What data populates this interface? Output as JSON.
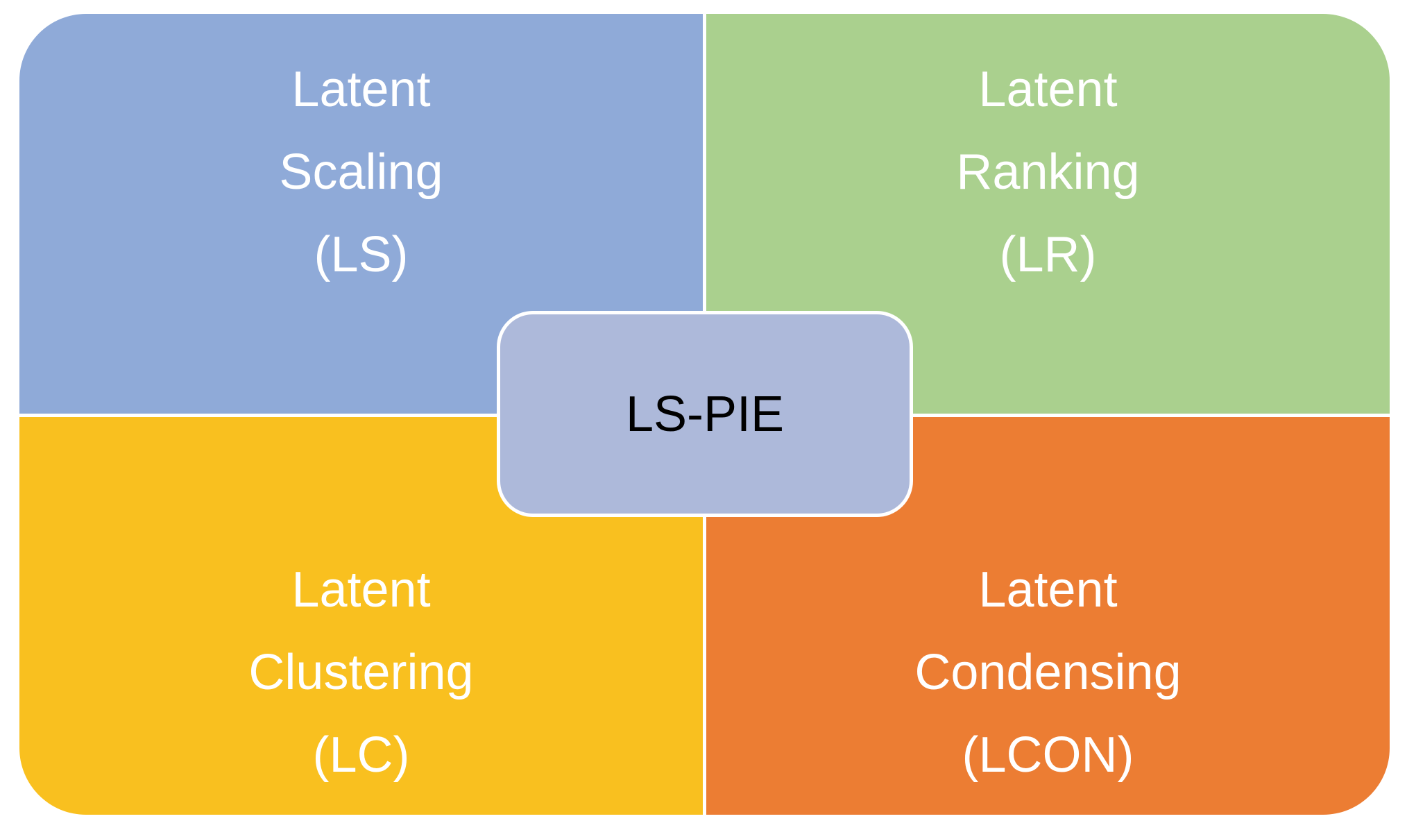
{
  "center": {
    "label": "LS-PIE",
    "color": "#adb9da"
  },
  "quadrants": {
    "top_left": {
      "lines": [
        "Latent",
        "Scaling",
        "(LS)"
      ],
      "color": "#8faad8"
    },
    "top_right": {
      "lines": [
        "Latent",
        "Ranking",
        "(LR)"
      ],
      "color": "#aad08e"
    },
    "bottom_left": {
      "lines": [
        "Latent",
        "Clustering",
        "(LC)"
      ],
      "color": "#f9c01f"
    },
    "bottom_right": {
      "lines": [
        "Latent",
        "Condensing",
        "(LCON)"
      ],
      "color": "#ec7d33"
    }
  }
}
